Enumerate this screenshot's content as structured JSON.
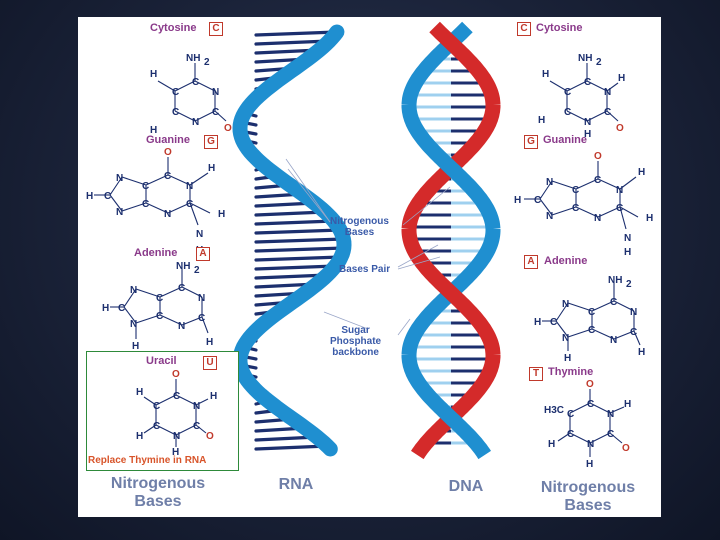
{
  "left_bases": {
    "cytosine": {
      "name": "Cytosine",
      "letter": "C"
    },
    "guanine": {
      "name": "Guanine",
      "letter": "G"
    },
    "adenine": {
      "name": "Adenine",
      "letter": "A"
    },
    "uracil": {
      "name": "Uracil",
      "letter": "U",
      "note": "Replace Thymine in RNA"
    }
  },
  "right_bases": {
    "cytosine": {
      "name": "Cytosine",
      "letter": "C"
    },
    "guanine": {
      "name": "Guanine",
      "letter": "G"
    },
    "adenine": {
      "name": "Adenine",
      "letter": "A"
    },
    "thymine": {
      "name": "Thymine",
      "letter": "T"
    }
  },
  "callouts": {
    "nitrogenous_bases": "Nitrogenous\nBases",
    "bases_pair": "Bases Pair",
    "backbone": "Sugar\nPhosphate\nbackbone"
  },
  "bottom_labels": {
    "left": "Nitrogenous\nBases",
    "rna": "RNA",
    "dna": "DNA",
    "right": "Nitrogenous\nBases"
  },
  "atoms": {
    "H": "H",
    "C": "C",
    "N": "N",
    "O": "O",
    "NH2": "NH",
    "sub2": "2",
    "H3C": "H3C"
  },
  "colors": {
    "rna_strand": "#1f8fd0",
    "dna_red": "#d42a2a",
    "dna_blue": "#1f8fd0",
    "rung_dark": "#1c2f6e",
    "rung_light": "#9fd0ef"
  }
}
